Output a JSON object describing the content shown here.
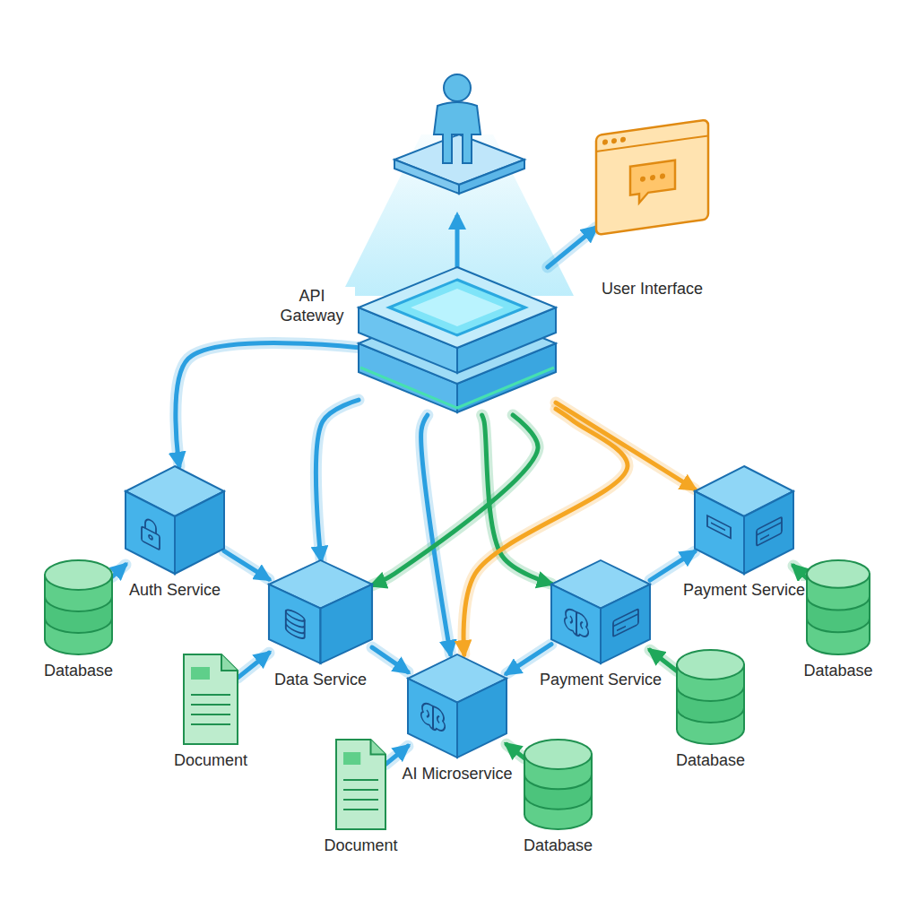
{
  "diagram": {
    "nodes": [
      {
        "text": [
          "API Gateway"
        ]
      },
      {
        "text": [
          "User Interface"
        ]
      },
      {
        "text": [
          "Auth Service"
        ]
      },
      {
        "text": [
          "Payment Service"
        ]
      },
      {
        "text": [
          "Database"
        ]
      },
      {
        "text": [
          "Data Service"
        ]
      },
      {
        "text": [
          "Payment Service"
        ]
      },
      {
        "text": [
          "Database"
        ]
      },
      {
        "text": [
          "Document"
        ]
      },
      {
        "text": [
          "AI Microservice"
        ]
      },
      {
        "text": [
          "Database"
        ]
      },
      {
        "text": [
          "Document"
        ]
      },
      {
        "text": [
          "Database"
        ]
      }
    ],
    "edges": [
      {
        "from": 0,
        "to": 1,
        "arrow": "to"
      },
      {
        "from": 0,
        "to": 2,
        "arrow": "to"
      },
      {
        "from": 0,
        "to": 5,
        "arrow": "to"
      },
      {
        "from": 0,
        "to": 9,
        "arrow": "to"
      },
      {
        "from": 0,
        "to": 5,
        "arrow": "to"
      },
      {
        "from": 0,
        "to": 6,
        "arrow": "to"
      },
      {
        "from": 0,
        "to": 9,
        "arrow": "to"
      },
      {
        "from": 0,
        "to": 3,
        "arrow": "to"
      },
      {
        "from": 2,
        "to": 5,
        "arrow": "to"
      },
      {
        "from": 5,
        "to": 9,
        "arrow": "to"
      },
      {
        "from": 6,
        "to": 9,
        "arrow": "to"
      },
      {
        "from": 6,
        "to": 3,
        "arrow": "to"
      },
      {
        "from": 4,
        "to": 2,
        "arrow": "to"
      },
      {
        "from": 8,
        "to": 5,
        "arrow": "to"
      },
      {
        "from": 11,
        "to": 9,
        "arrow": "to"
      },
      {
        "from": 12,
        "to": 9,
        "arrow": "to"
      },
      {
        "from": 10,
        "to": 6,
        "arrow": "to"
      },
      {
        "from": 7,
        "to": 3,
        "arrow": "to"
      }
    ]
  }
}
